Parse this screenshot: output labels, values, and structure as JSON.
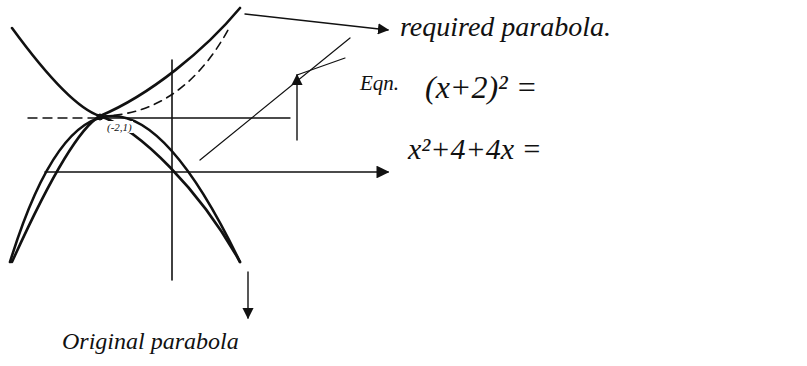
{
  "diagram": {
    "labels": [
      "required parabola.",
      "Eqn.",
      "(x+2)² =",
      "x²+4+4x =",
      "(-2,1)",
      "Original parabola"
    ]
  }
}
